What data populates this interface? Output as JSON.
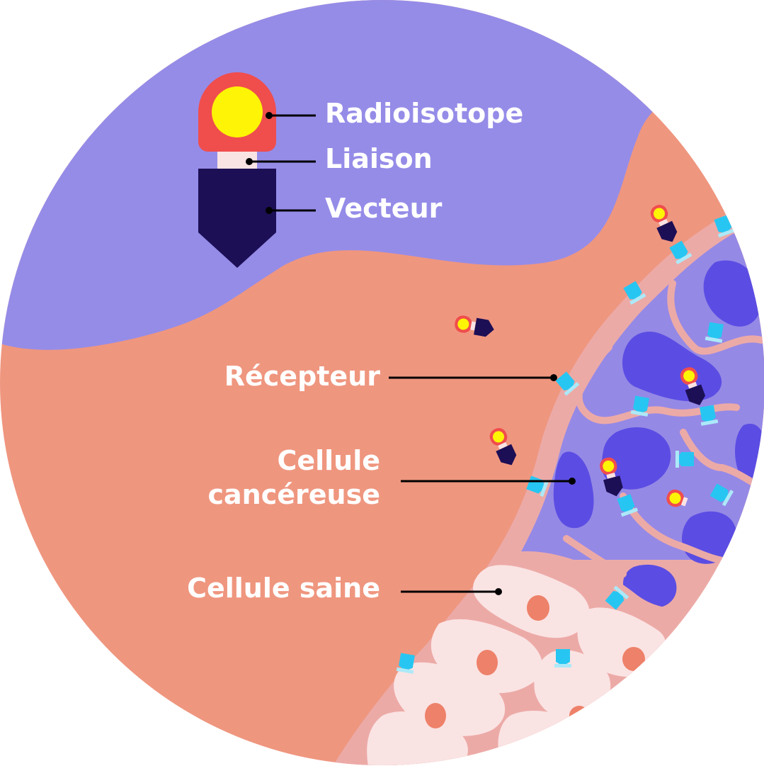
{
  "labels": {
    "radioisotope": "Radioisotope",
    "liaison": "Liaison",
    "vecteur": "Vecteur",
    "recepteur": "Récepteur",
    "cellule_cancereuse_line1": "Cellule",
    "cellule_cancereuse_line2": "cancéreuse",
    "cellule_saine": "Cellule saine"
  },
  "colors": {
    "blood_vessel": "#958ce8",
    "tissue": "#ef967f",
    "tumor_region": "#9589e6",
    "tumor_cell": "#5b4de3",
    "membrane": "#ecaaa7",
    "healthy_cell": "#fae3e3",
    "healthy_nucleus": "#ee8169",
    "radioisotope_shell": "#f04d4d",
    "radioisotope_core": "#fef405",
    "linker": "#fae3e3",
    "vector": "#1c0f55",
    "receptor": "#27c6f2",
    "label_text": "#ffffff"
  }
}
